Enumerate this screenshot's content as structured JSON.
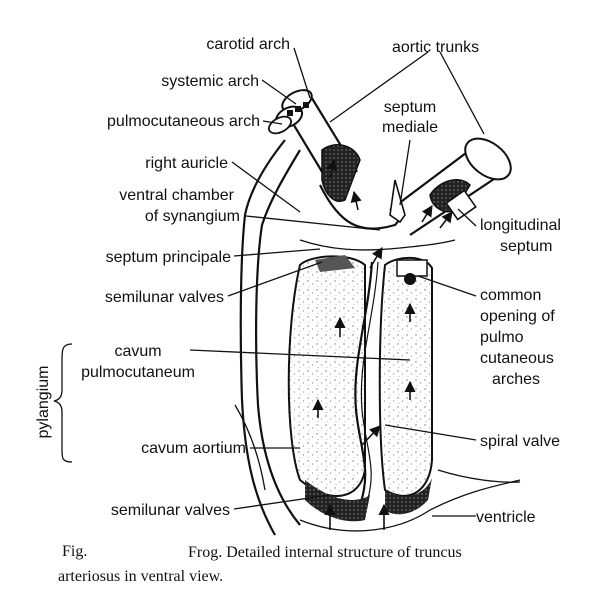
{
  "labels": {
    "carotid_arch": "carotid arch",
    "systemic_arch": "systemic arch",
    "pulmocutaneous_arch": "pulmocutaneous arch",
    "right_auricle": "right auricle",
    "ventral_chamber_1": "ventral chamber",
    "ventral_chamber_2": "of synangium",
    "septum_principale": "septum principale",
    "semilunar_valves_upper": "semilunar valves",
    "pylangium": "pylangium",
    "cavum_pulmo_1": "cavum",
    "cavum_pulmo_2": "pulmocutaneum",
    "cavum_aortium": "cavum aortium",
    "semilunar_valves_lower": "semilunar valves",
    "aortic_trunks": "aortic trunks",
    "septum_mediale_1": "septum",
    "septum_mediale_2": "mediale",
    "longitudinal_septum_1": "longitudinal",
    "longitudinal_septum_2": "septum",
    "common_opening_1": "common",
    "common_opening_2": "opening of",
    "common_opening_3": "pulmo",
    "common_opening_4": "cutaneous",
    "common_opening_5": "arches",
    "spiral_valve": "spiral valve",
    "ventricle": "ventricle"
  },
  "caption": {
    "fig": "Fig.",
    "line1": "Frog. Detailed internal structure of truncus",
    "line2": "arteriosus in ventral view."
  },
  "colors": {
    "ink": "#111111",
    "paper": "#ffffff",
    "stipple": "#777777"
  }
}
